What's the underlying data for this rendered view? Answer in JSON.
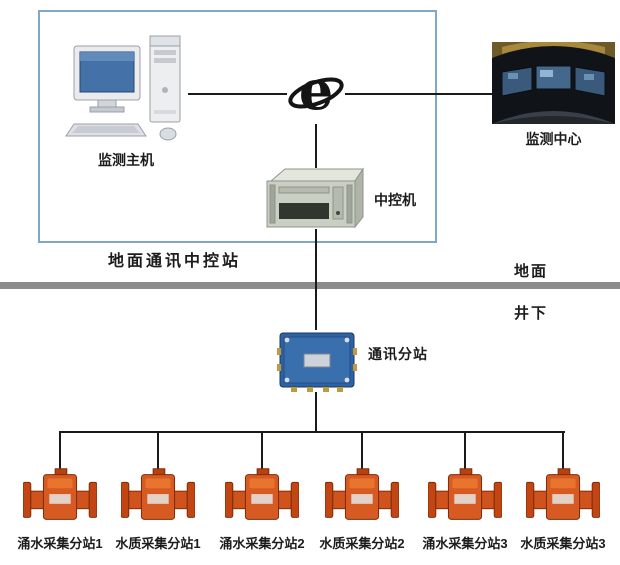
{
  "diagram": {
    "surface_station": {
      "label": "地面通讯中控站"
    },
    "monitor_host": {
      "label": "监测主机"
    },
    "monitor_center": {
      "label": "监测中心"
    },
    "central_machine": {
      "label": "中控机"
    },
    "surface": {
      "label": "地面"
    },
    "underground": {
      "label": "井下"
    },
    "substation": {
      "label": "通讯分站"
    },
    "devices": [
      {
        "label": "涌水采集分站1"
      },
      {
        "label": "水质采集分站1"
      },
      {
        "label": "涌水采集分站2"
      },
      {
        "label": "水质采集分站2"
      },
      {
        "label": "涌水采集分站3"
      },
      {
        "label": "水质采集分站3"
      }
    ],
    "icons": {
      "internet": "internet-e-icon"
    },
    "colors": {
      "surface_box_border": "#7fa8c8",
      "ground_divider": "#8c8c8c",
      "substation_blue": "#2f62a0",
      "device_orange": "#d0521c",
      "connector_line": "#1a1a1a",
      "screen_blue": "#4472a8"
    }
  }
}
